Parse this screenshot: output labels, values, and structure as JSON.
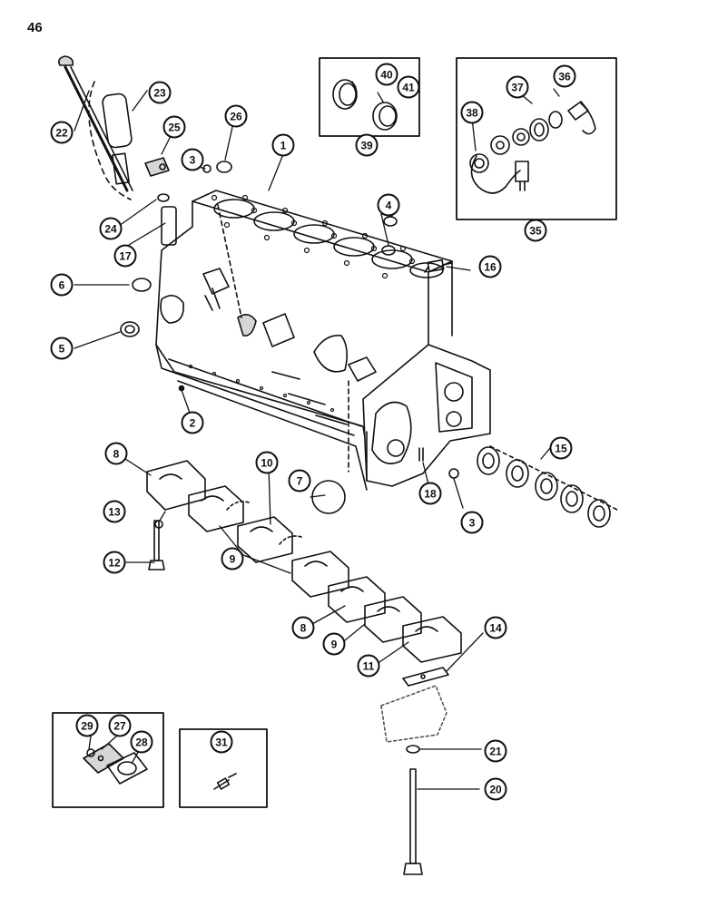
{
  "page_number": "46",
  "colors": {
    "ink": "#111111",
    "paper": "#ffffff",
    "shade": "#d6d6d6"
  },
  "callouts": [
    {
      "id": "c1",
      "label": "1"
    },
    {
      "id": "c2",
      "label": "2"
    },
    {
      "id": "c3a",
      "label": "3"
    },
    {
      "id": "c3b",
      "label": "3"
    },
    {
      "id": "c4",
      "label": "4"
    },
    {
      "id": "c5",
      "label": "5"
    },
    {
      "id": "c6",
      "label": "6"
    },
    {
      "id": "c7",
      "label": "7"
    },
    {
      "id": "c8a",
      "label": "8"
    },
    {
      "id": "c8b",
      "label": "8"
    },
    {
      "id": "c9a",
      "label": "9"
    },
    {
      "id": "c9b",
      "label": "9"
    },
    {
      "id": "c10",
      "label": "10"
    },
    {
      "id": "c11",
      "label": "11"
    },
    {
      "id": "c12",
      "label": "12"
    },
    {
      "id": "c13",
      "label": "13"
    },
    {
      "id": "c14",
      "label": "14"
    },
    {
      "id": "c15",
      "label": "15"
    },
    {
      "id": "c16",
      "label": "16"
    },
    {
      "id": "c17",
      "label": "17"
    },
    {
      "id": "c18",
      "label": "18"
    },
    {
      "id": "c20",
      "label": "20"
    },
    {
      "id": "c21",
      "label": "21"
    },
    {
      "id": "c22",
      "label": "22"
    },
    {
      "id": "c23",
      "label": "23"
    },
    {
      "id": "c24",
      "label": "24"
    },
    {
      "id": "c25",
      "label": "25"
    },
    {
      "id": "c26",
      "label": "26"
    },
    {
      "id": "c27",
      "label": "27"
    },
    {
      "id": "c28",
      "label": "28"
    },
    {
      "id": "c29",
      "label": "29"
    },
    {
      "id": "c31",
      "label": "31"
    },
    {
      "id": "c35",
      "label": "35"
    },
    {
      "id": "c36",
      "label": "36"
    },
    {
      "id": "c37",
      "label": "37"
    },
    {
      "id": "c38",
      "label": "38"
    },
    {
      "id": "c39",
      "label": "39"
    },
    {
      "id": "c40",
      "label": "40"
    },
    {
      "id": "c41",
      "label": "41"
    }
  ]
}
